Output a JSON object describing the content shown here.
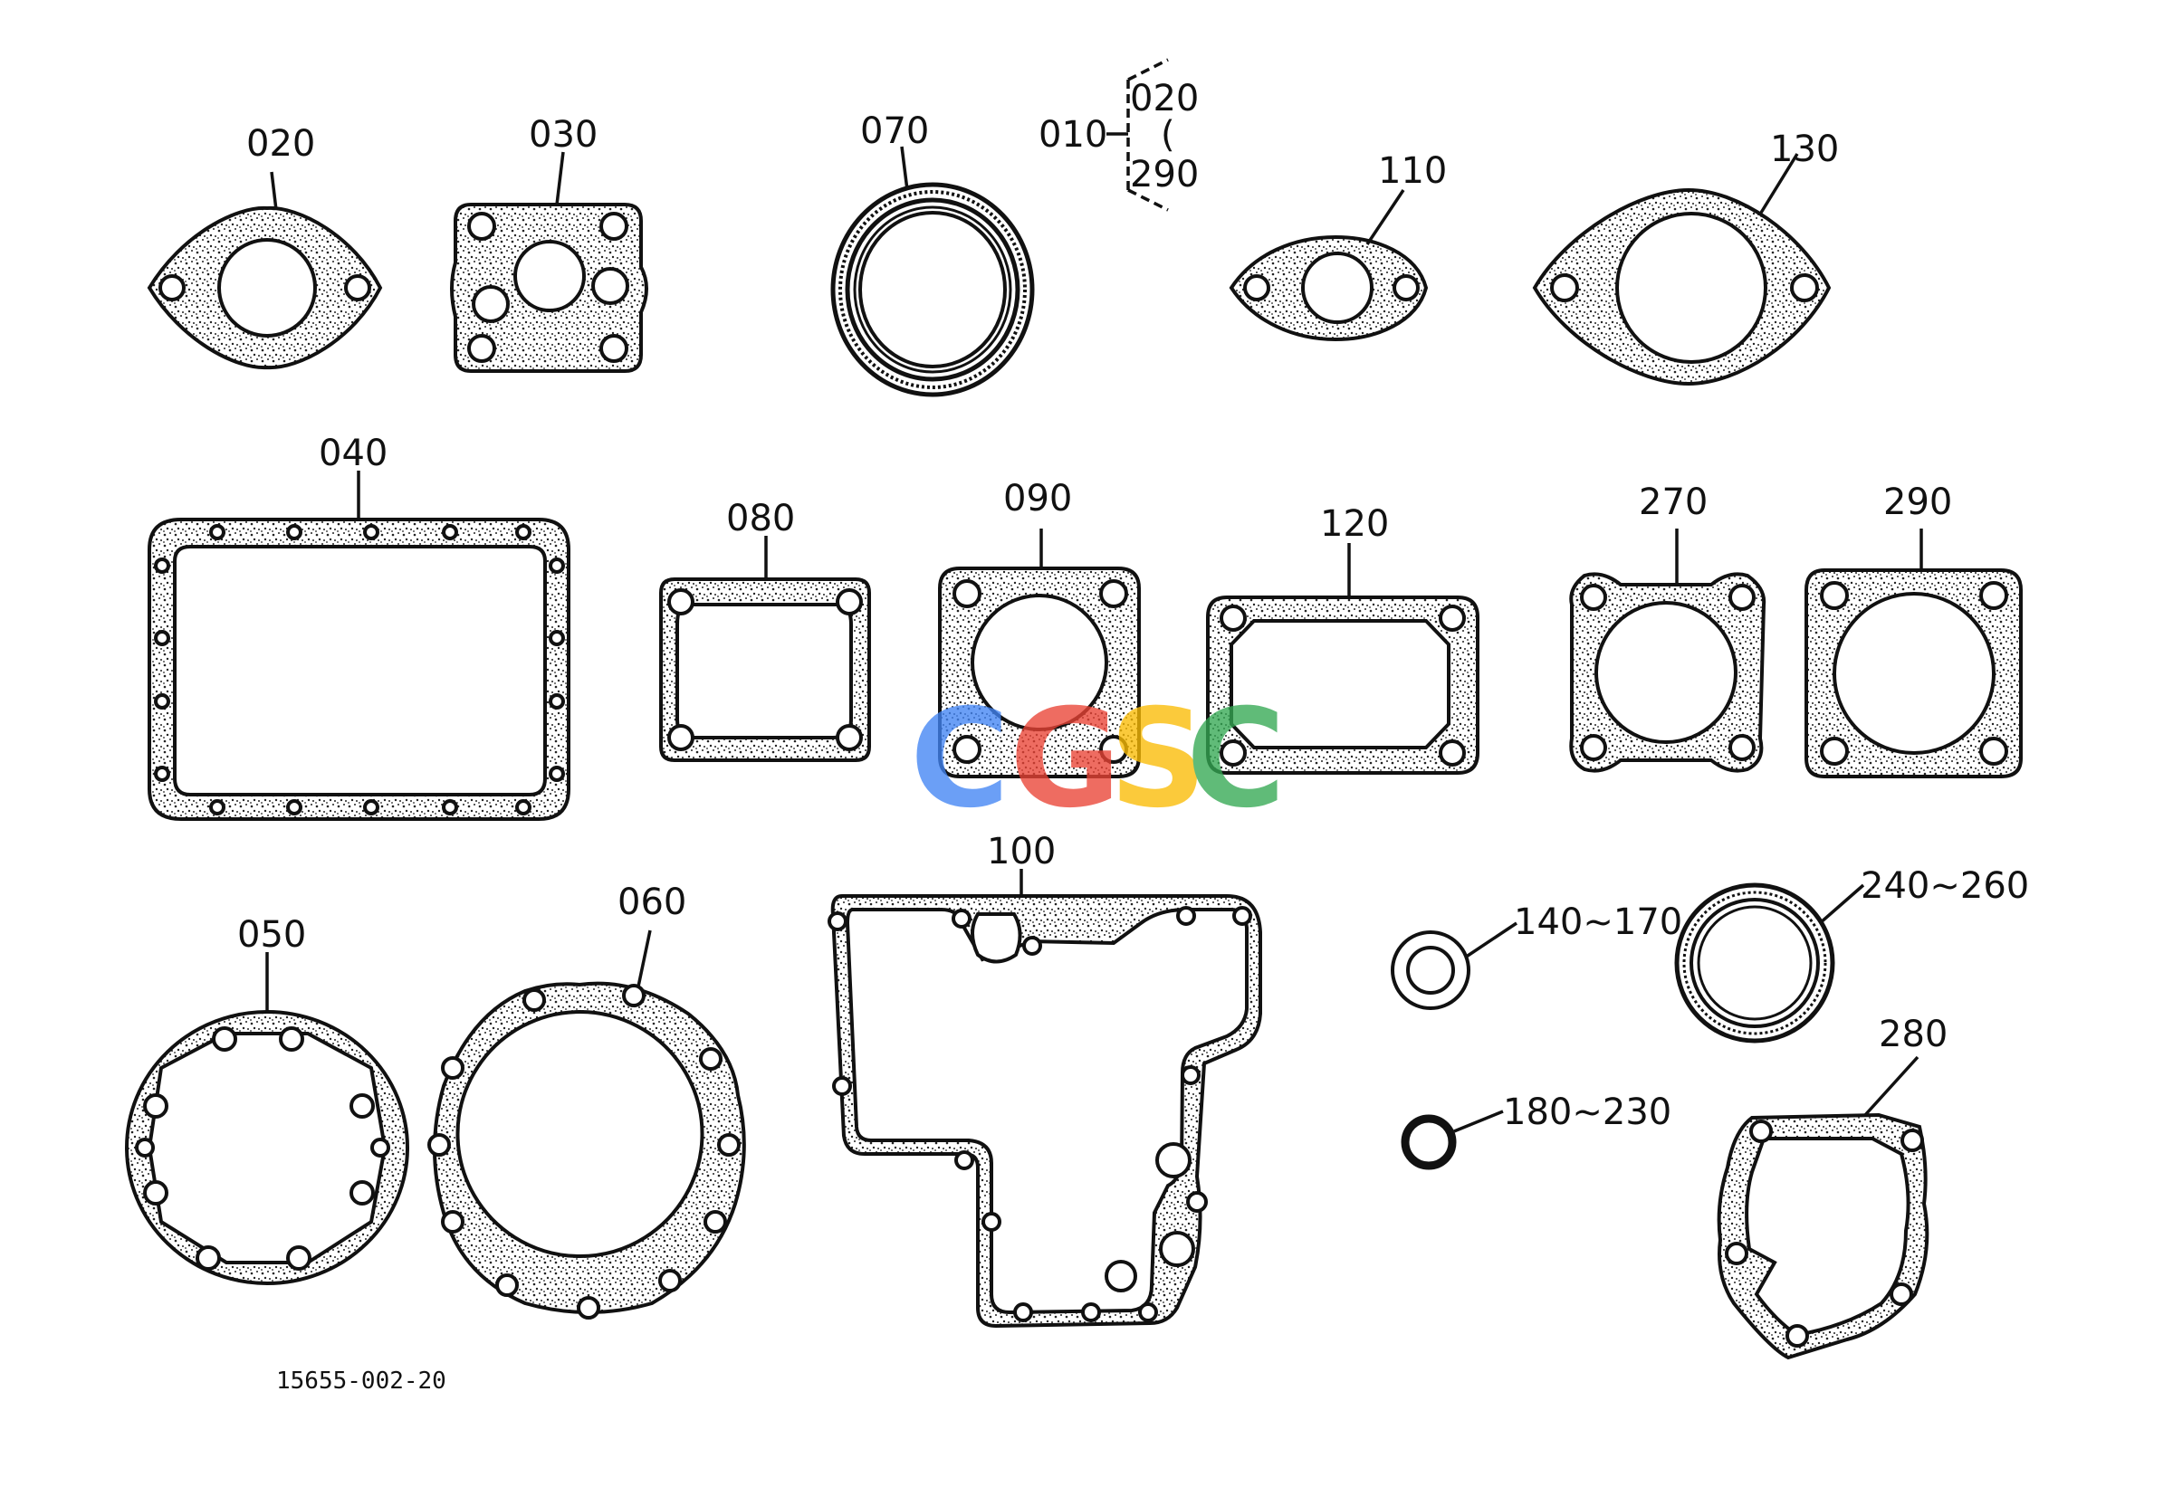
{
  "diagram": {
    "labels": {
      "p010": "010",
      "p020": "020",
      "p030": "030",
      "p040": "040",
      "p050": "050",
      "p060": "060",
      "p070": "070",
      "p080": "080",
      "p090": "090",
      "p100": "100",
      "p110": "110",
      "p120": "120",
      "p130": "130",
      "p140": "140~170",
      "p180": "180~230",
      "p240": "240~260",
      "p270": "270",
      "p280": "280",
      "p290": "290"
    },
    "bracket": {
      "top": "020",
      "mid": "(",
      "bottom": "290"
    },
    "drawing_number": "15655-002-20",
    "watermark": {
      "letters": [
        "C",
        "G",
        "S",
        "C"
      ],
      "colors": [
        "#4285F4",
        "#EA4335",
        "#FBBC05",
        "#34A853"
      ]
    },
    "gasket_fill": "#dddddd",
    "outline_color": "#111111"
  }
}
